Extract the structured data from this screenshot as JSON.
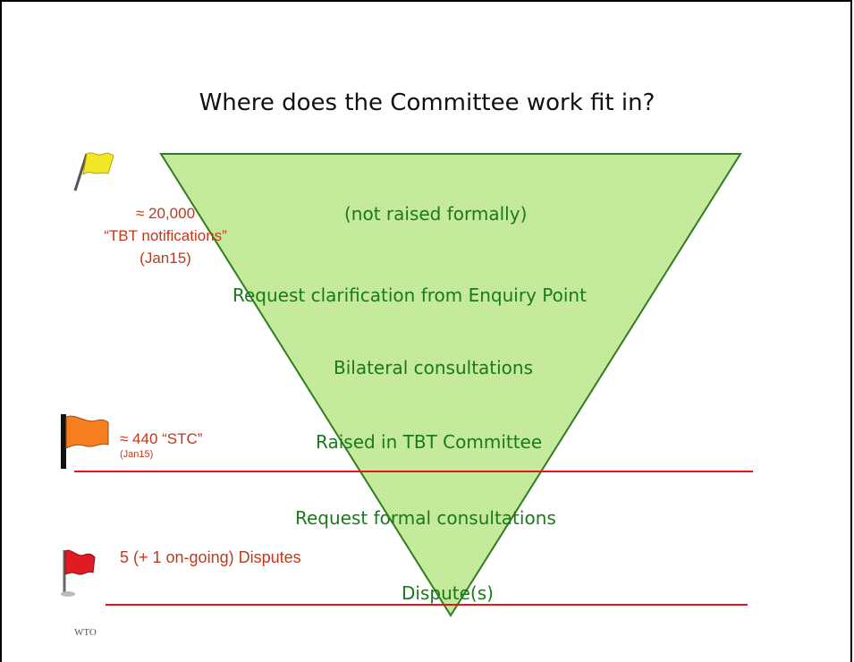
{
  "slide": {
    "title": "Where does the Committee work fit in?",
    "footer": "WTO"
  },
  "funnel": {
    "stages": [
      "(not raised formally)",
      "Request clarification from Enquiry Point",
      "Bilateral consultations",
      "Raised in TBT Committee",
      "Request formal consultations",
      "Dispute(s)"
    ]
  },
  "markers": {
    "notifications": {
      "icon": "yellow-flag-icon",
      "color": "#f2e626",
      "line1": "≈ 20,000",
      "line2": "“TBT notifications”",
      "line3": "(Jan15)"
    },
    "stc": {
      "icon": "orange-flag-icon",
      "color": "#f57f20",
      "line1": "≈  440 “STC”",
      "line2": "(Jan15)"
    },
    "disputes": {
      "icon": "red-flag-icon",
      "color": "#e01b24",
      "line1": "5 (+ 1 on-going) Disputes"
    }
  },
  "colors": {
    "funnel_fill": "#c8eba0",
    "funnel_stroke": "#2e7d1f",
    "stage_text": "#1a7a1a",
    "count_text": "#c0391b",
    "threshold_line": "#e8141c"
  }
}
